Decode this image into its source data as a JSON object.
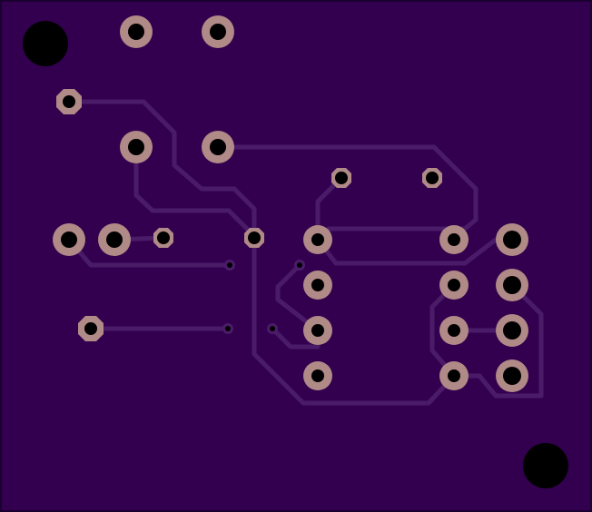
{
  "board": {
    "colors": {
      "background": "#2d0050",
      "substrate": "#33004f",
      "edge": "#1a0030",
      "trace": "#4a1c68",
      "pad": "#b08a86",
      "drill": "#000000"
    },
    "layer": "bottom copper",
    "features": {
      "mounting_holes": 2,
      "pads": 26,
      "vias": 4,
      "traces": 12
    }
  }
}
